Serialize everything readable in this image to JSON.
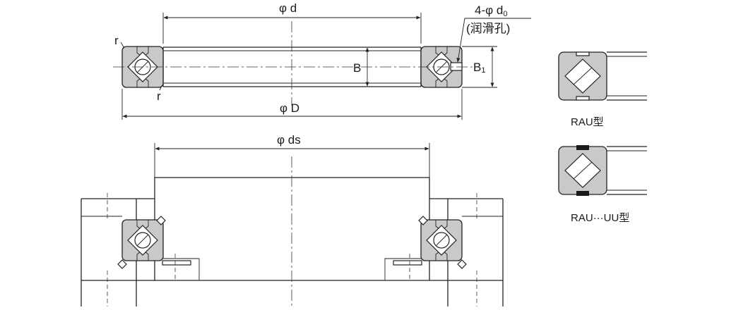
{
  "labels": {
    "d": "φ d",
    "do_prefix": "4-φ d",
    "do_sub": "0",
    "oil_hole": "(润滑孔)",
    "r": "r",
    "B": "B",
    "B1_main": "B",
    "B1_sub": "1",
    "D": "φ D",
    "ds": "φ ds"
  },
  "types": {
    "rau": "RAU型",
    "rau_uu": "RAU···UU型"
  }
}
